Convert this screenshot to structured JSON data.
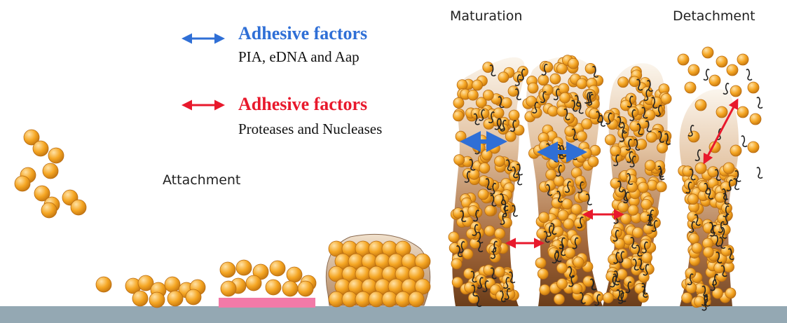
{
  "legend": {
    "adhesive": {
      "title": "Adhesive factors",
      "items": "PIA, eDNA and Aap",
      "color": "#2f6fd6"
    },
    "disruptive": {
      "title": "Adhesive factors",
      "items": "Proteases and Nucleases",
      "color": "#e8192c"
    }
  },
  "stages": {
    "attachment": "Attachment",
    "maturation": "Maturation",
    "detachment": "Detachment"
  },
  "colors": {
    "cell": "#f5a623",
    "cell_edge": "#b86b12",
    "surface": "#94a8b3",
    "pink_pad": "#f27aa8",
    "matrix_top": "#f7eee2",
    "matrix_bottom": "#7a4a22"
  }
}
